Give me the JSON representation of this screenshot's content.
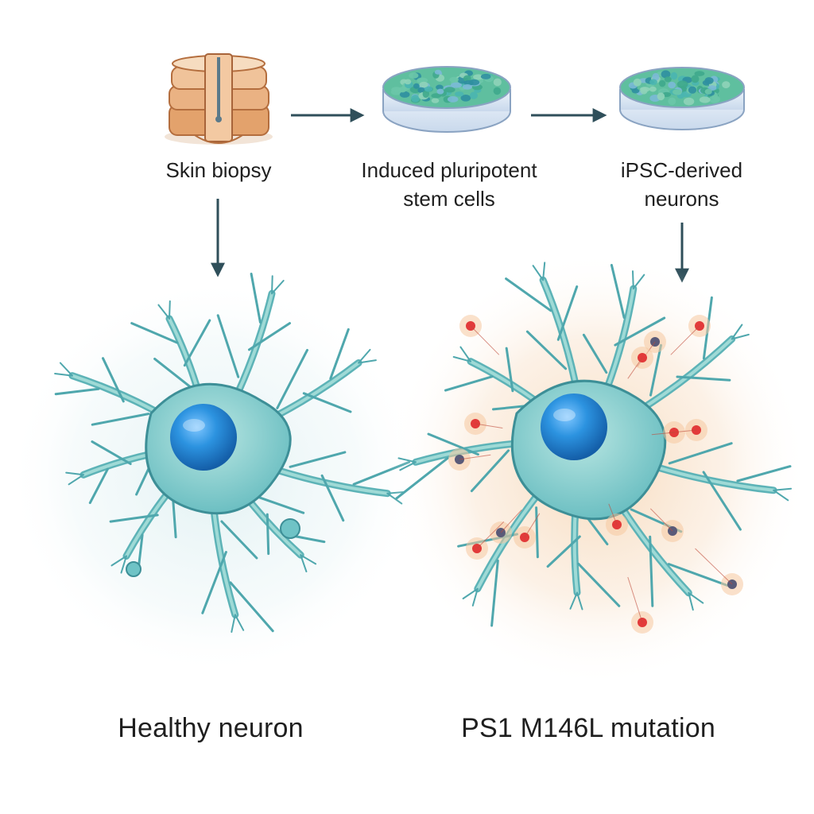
{
  "steps": [
    {
      "label": "Skin biopsy",
      "icon": "skin-tissue-icon"
    },
    {
      "label_line1": "Induced pluripotent",
      "label_line2": "stem cells",
      "icon": "petri-dish-icon"
    },
    {
      "label_line1": "iPSC-derived",
      "label_line2": "neurons",
      "icon": "petri-dish-icon"
    }
  ],
  "neurons": {
    "healthy_label": "Healthy neuron",
    "mutant_label": "PS1 M146L mutation"
  },
  "colors": {
    "arrow": "#2f4f5a",
    "neuron_body": "#7ec8c8",
    "neuron_outline": "#3d8f97",
    "nucleus": "#1f86d6",
    "tissue": "#e4a06a",
    "dish_cells": "#58b79a",
    "amyloid_red": "#e23a3a",
    "inflammation": "#f4c08c"
  }
}
